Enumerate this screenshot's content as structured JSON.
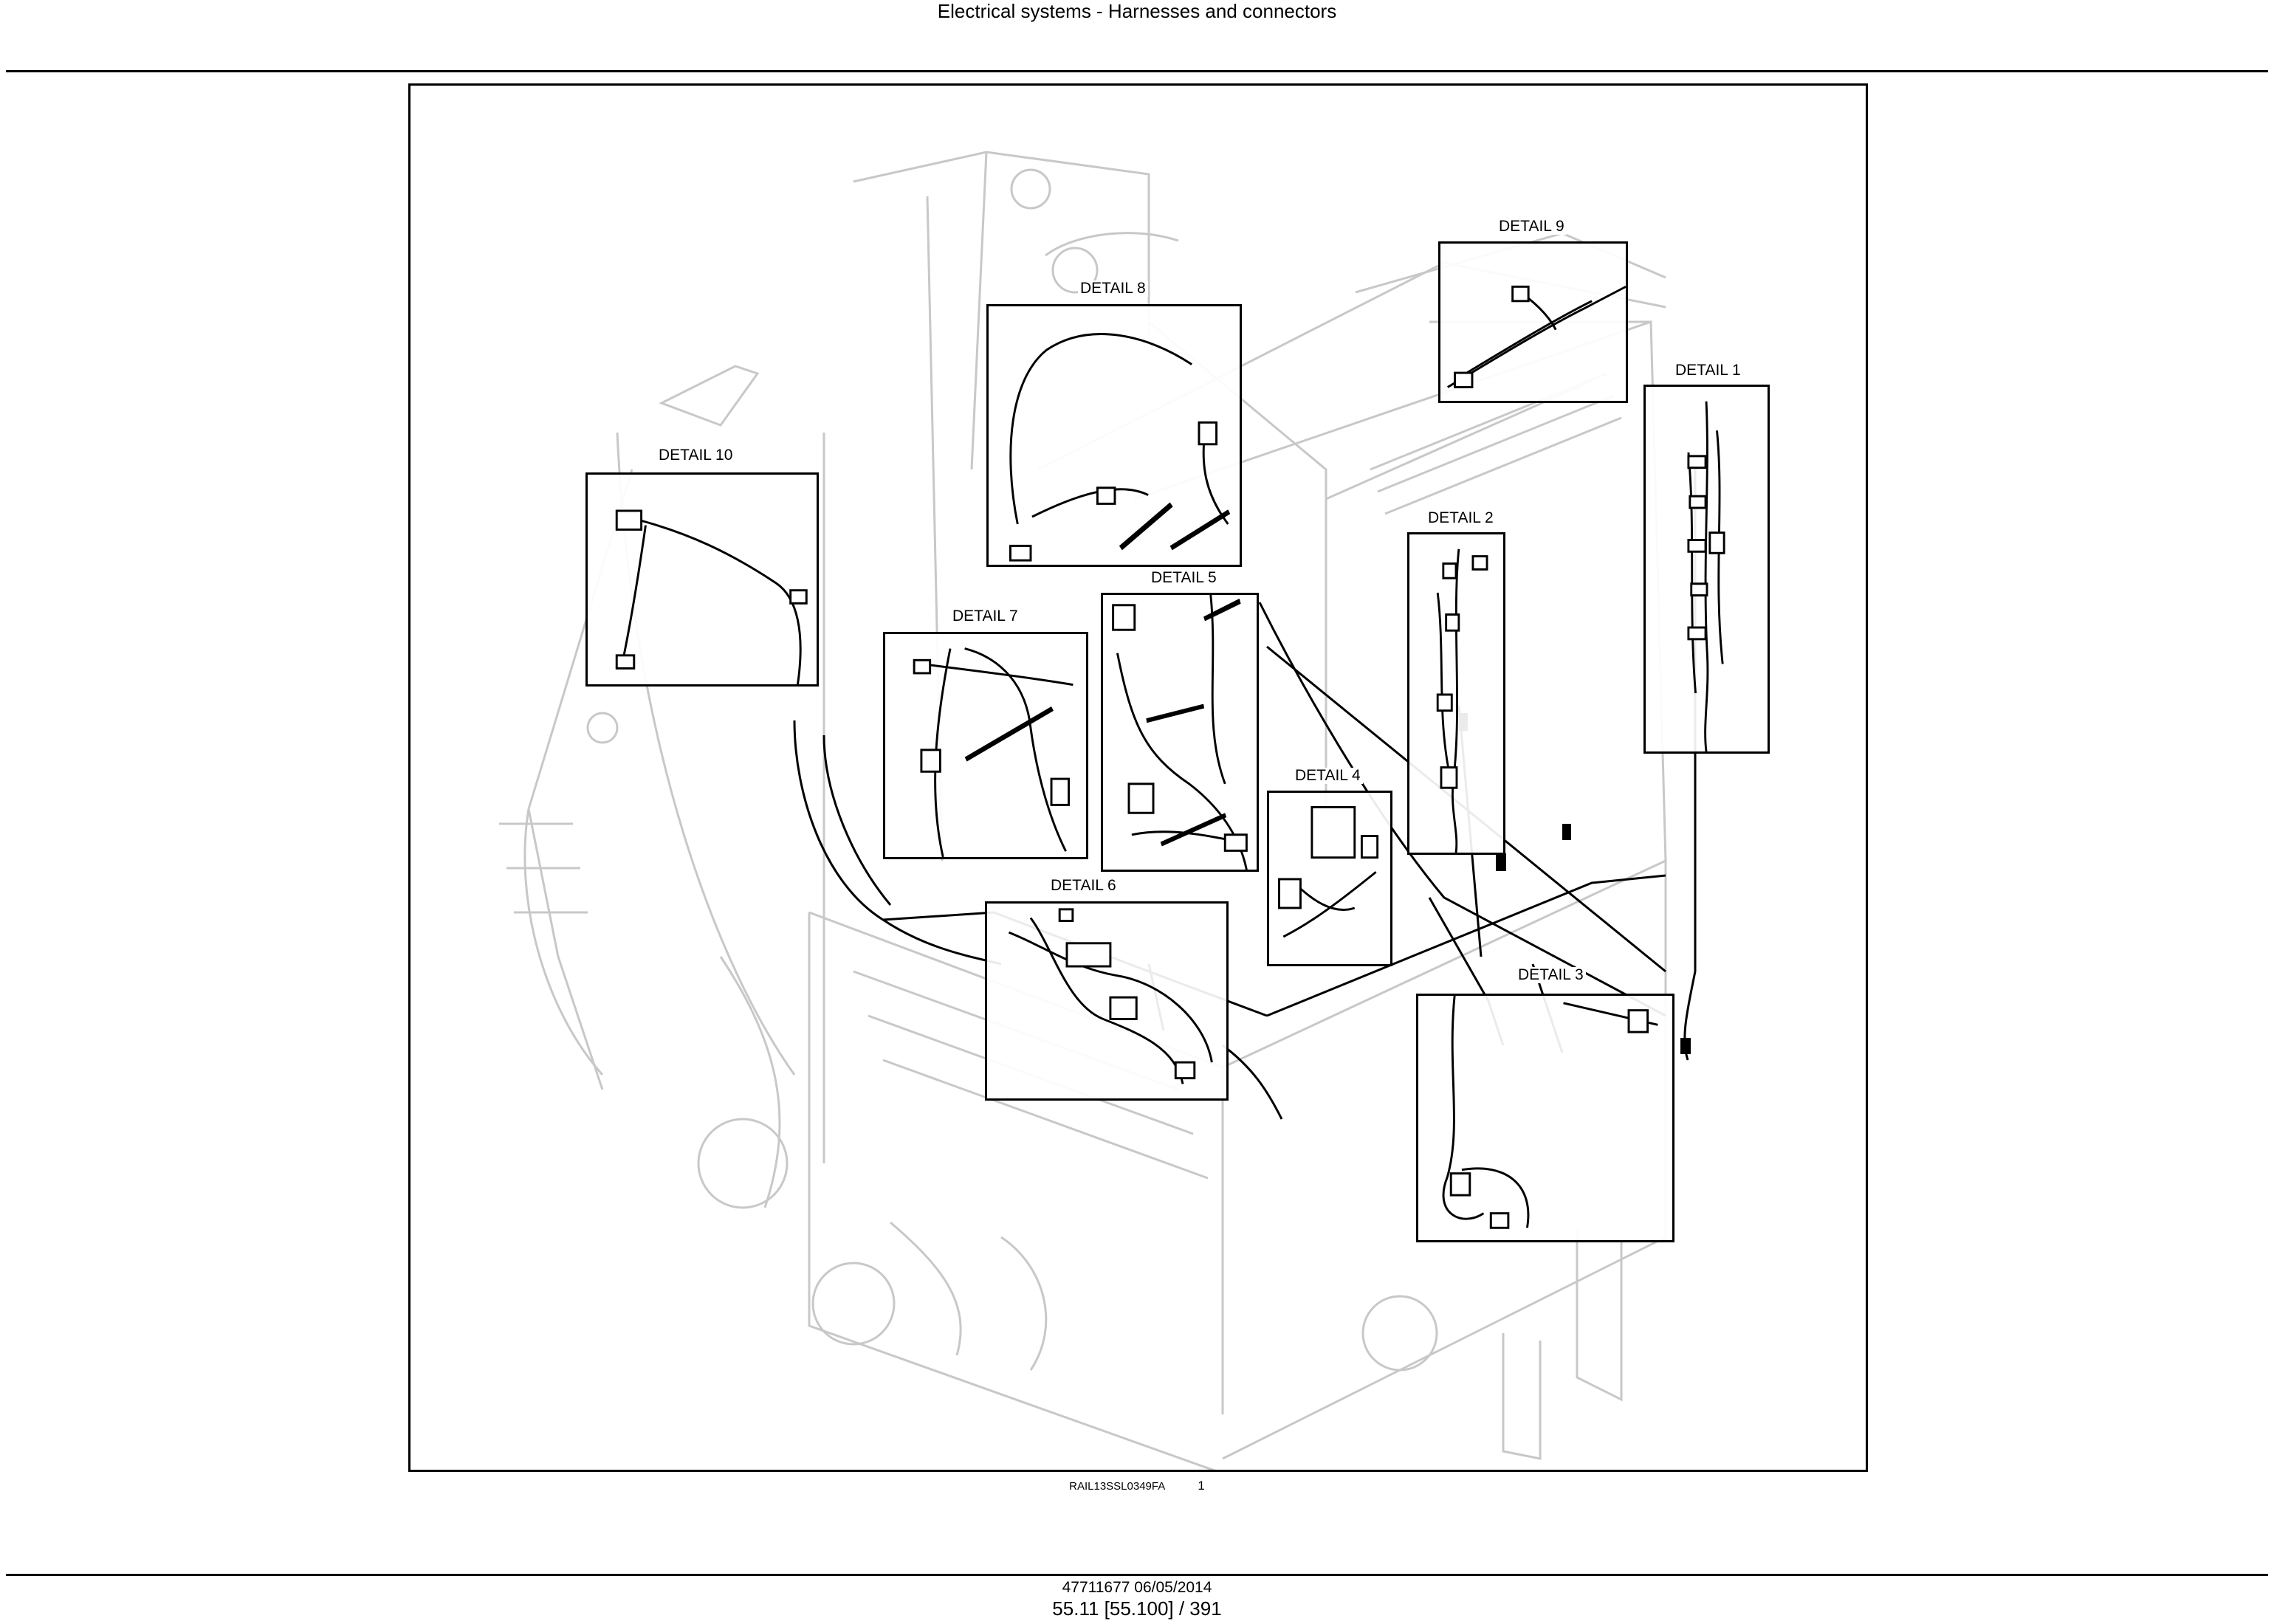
{
  "header": {
    "title": "Electrical systems - Harnesses and connectors"
  },
  "figure": {
    "reference_code": "RAIL13SSL0349FA",
    "figure_number": "1",
    "details": [
      {
        "id": "detail-1",
        "label": "DETAIL 1"
      },
      {
        "id": "detail-2",
        "label": "DETAIL 2"
      },
      {
        "id": "detail-3",
        "label": "DETAIL 3"
      },
      {
        "id": "detail-4",
        "label": "DETAIL 4"
      },
      {
        "id": "detail-5",
        "label": "DETAIL 5"
      },
      {
        "id": "detail-6",
        "label": "DETAIL 6"
      },
      {
        "id": "detail-7",
        "label": "DETAIL 7"
      },
      {
        "id": "detail-8",
        "label": "DETAIL 8"
      },
      {
        "id": "detail-9",
        "label": "DETAIL 9"
      },
      {
        "id": "detail-10",
        "label": "DETAIL 10"
      }
    ]
  },
  "footer": {
    "doc_line": "47711677 06/05/2014",
    "page_line": "55.11 [55.100] / 391"
  }
}
